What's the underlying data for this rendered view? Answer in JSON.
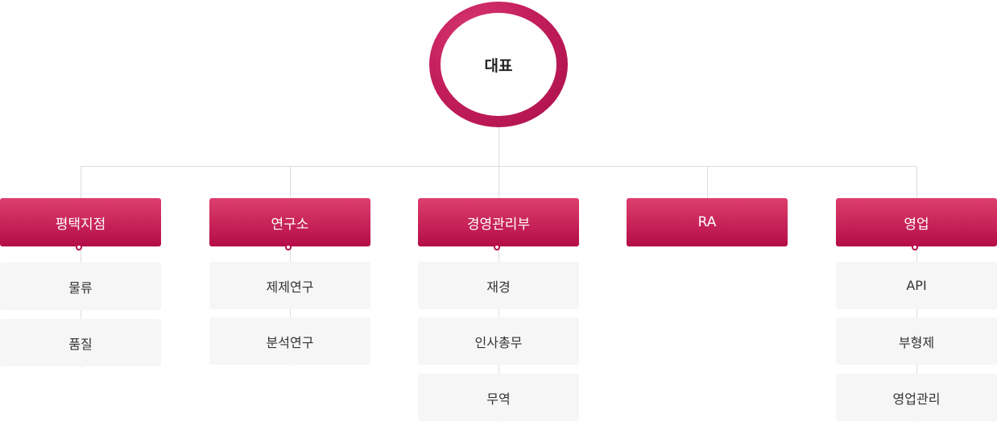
{
  "ceo": {
    "label": "대표"
  },
  "colors": {
    "accent": "#c41f5d",
    "accent_dark": "#b50c47",
    "connector": "#dcdcdc",
    "sub_background": "#f6f6f6"
  },
  "departments": [
    {
      "label": "평택지점",
      "children": [
        "물류",
        "품질"
      ]
    },
    {
      "label": "연구소",
      "children": [
        "제제연구",
        "분석연구"
      ]
    },
    {
      "label": "경영관리부",
      "children": [
        "재경",
        "인사총무",
        "무역"
      ]
    },
    {
      "label": "RA",
      "children": []
    },
    {
      "label": "영업",
      "children": [
        "API",
        "부형제",
        "영업관리"
      ]
    }
  ]
}
